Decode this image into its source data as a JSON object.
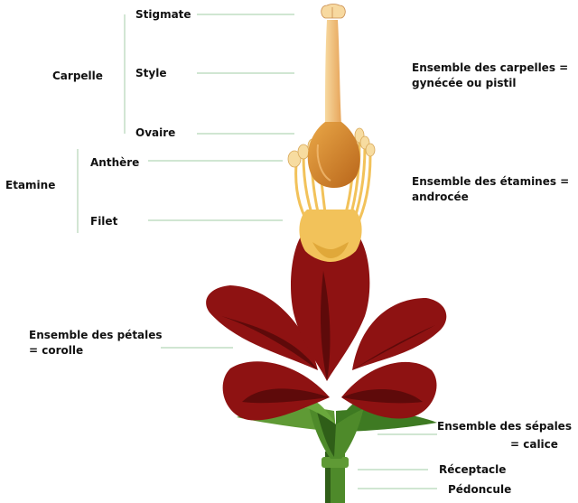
{
  "labels": {
    "stigmate": "Stigmate",
    "style": "Style",
    "ovaire": "Ovaire",
    "carpelle": "Carpelle",
    "anthere": "Anthère",
    "filet": "Filet",
    "etamine": "Etamine",
    "gynecee": "Ensemble des carpelles = gynécée ou pistil",
    "androcee": "Ensemble des étamines = androcée",
    "corolle": "Ensemble des pétales = corolle",
    "calice_line1": "Ensemble des sépales",
    "calice_line2": "= calice",
    "receptacle": "Réceptacle",
    "pedoncule": "Pédoncule"
  },
  "colors": {
    "petal": "#8e1212",
    "petal_dark": "#5e0a0a",
    "sepal": "#4e8a2a",
    "sepal_dark": "#2f5e18",
    "stamen": "#f2c25a",
    "carpel": "#d88a2a",
    "leader_line": "#b5d6b8"
  }
}
